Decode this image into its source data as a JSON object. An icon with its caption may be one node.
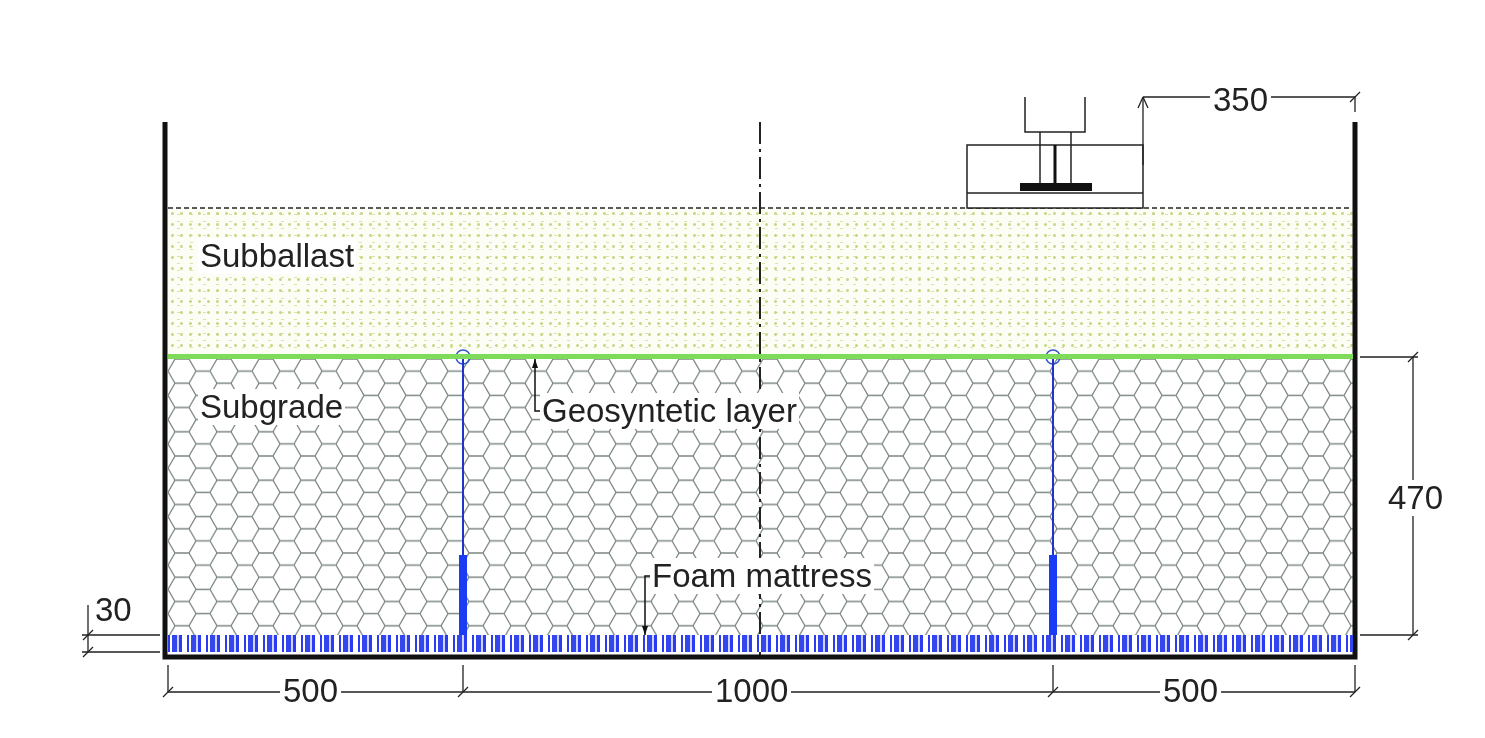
{
  "diagram": {
    "nodes": [
      {
        "text": [
          "Subballast"
        ]
      },
      {
        "text": [],
        "shape": "bar"
      },
      {
        "text": [
          "Subgrade"
        ]
      },
      {
        "text": [
          "Geosyntetic layer"
        ],
        "in": 2
      },
      {
        "text": [
          "Foam mattress"
        ],
        "in": 2
      },
      {
        "text": [],
        "shape": "bar"
      }
    ],
    "edges": [
      {
        "from": 3,
        "to": 1,
        "arrow": "to"
      },
      {
        "from": 4,
        "to": 5,
        "arrow": "to"
      }
    ],
    "labels": [
      "350",
      "470",
      "30",
      "500",
      "1000",
      "500"
    ]
  }
}
